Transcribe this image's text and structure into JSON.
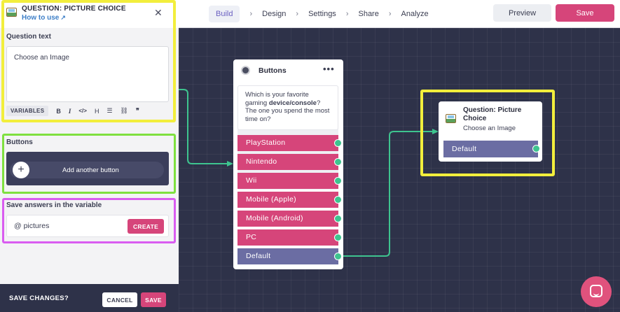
{
  "topbar": {
    "nav": [
      "Build",
      "Design",
      "Settings",
      "Share",
      "Analyze"
    ],
    "nav_sep": "›",
    "preview_label": "Preview",
    "save_label": "Save"
  },
  "panel": {
    "title": "QUESTION: PICTURE CHOICE",
    "how_to_use": "How to use",
    "question_text_label": "Question text",
    "question_text_value": "Choose an Image",
    "toolbar": {
      "variables_label": "VARIABLES",
      "icons": [
        "bold-icon",
        "italic-icon",
        "code-icon",
        "heading-icon",
        "list-icon",
        "link-icon",
        "quote-icon"
      ],
      "glyphs": [
        "B",
        "I",
        "</>",
        "H",
        "☰",
        "⛓",
        "❞"
      ]
    },
    "buttons_label": "Buttons",
    "add_button_label": "Add another button",
    "variable_label": "Save answers in the variable",
    "variable_value": "@ pictures",
    "create_label": "CREATE",
    "footer": {
      "prompt": "SAVE CHANGES?",
      "cancel_label": "CANCEL",
      "save_label": "SAVE"
    }
  },
  "canvas": {
    "buttons_card": {
      "title": "Buttons",
      "menu": "•••",
      "message_parts": [
        "Which is your favorite gaming ",
        "device/console",
        "? The one you spend the most time on?"
      ],
      "options": [
        "PlayStation",
        "Nintendo",
        "Wii",
        "Mobile (Apple)",
        "Mobile (Android)",
        "PC",
        "Default"
      ]
    },
    "picture_card": {
      "title": "Question: Picture Choice",
      "subtitle": "Choose an Image",
      "option": "Default"
    }
  },
  "colors": {
    "accent_pink": "#d6457a",
    "default_purple": "#6b6da3",
    "connector_green": "#3ec48f",
    "highlight_yellow": "#f2ee3c",
    "highlight_green": "#7fe040",
    "highlight_magenta": "#d95cf0",
    "canvas_bg": "#2e3249"
  }
}
